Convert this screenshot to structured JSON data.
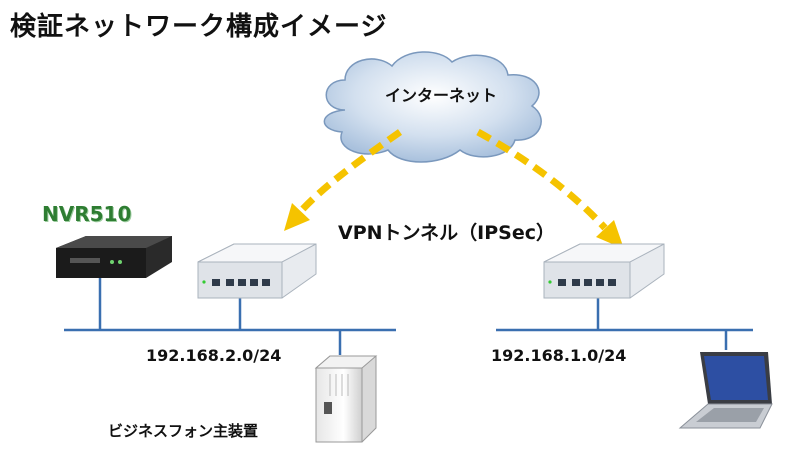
{
  "title": "検証ネットワーク構成イメージ",
  "cloud": {
    "label": "インターネット"
  },
  "router_left": {
    "label": "NVR510"
  },
  "tunnel": {
    "label": "VPNトンネル（IPSec）"
  },
  "network_left": {
    "address": "192.168.2.0/24"
  },
  "network_right": {
    "address": "192.168.1.0/24"
  },
  "pbx": {
    "label": "ビジネスフォン主装置"
  },
  "colors": {
    "tunnel_arrow": "#f5c300",
    "lan_line": "#3a6fb0",
    "cloud_fill": "#a9c1dd",
    "router_green": "#2e7d32"
  },
  "icons": [
    "cloud-icon",
    "router-black-icon",
    "router-white-icon",
    "pbx-server-icon",
    "laptop-icon"
  ]
}
